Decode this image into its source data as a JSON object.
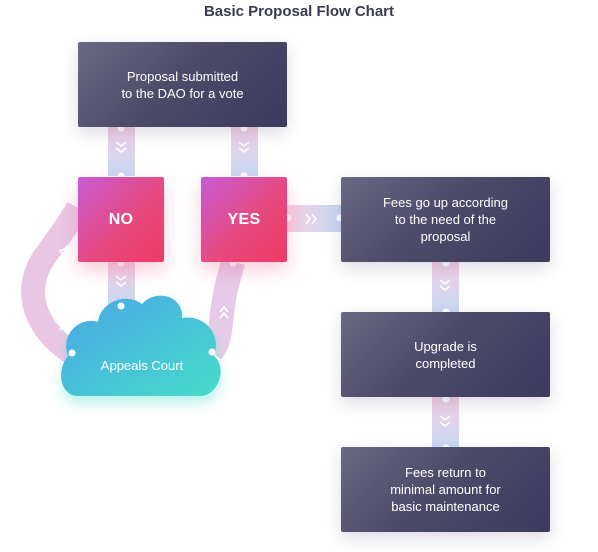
{
  "title": "Basic Proposal Flow Chart",
  "nodes": {
    "proposal": "Proposal submitted\nto the DAO for a vote",
    "no": "NO",
    "yes": "YES",
    "fees_up": "Fees go up according\nto the need of the\nproposal",
    "appeals": "Appeals Court",
    "upgrade": "Upgrade is\ncompleted",
    "fees_return": "Fees return to\nminimal amount for\nbasic maintenance"
  },
  "colors": {
    "node_dark": "#4d4b69",
    "decision_pink": "#e6497f",
    "decision_violet": "#c85bd6",
    "cloud_blue": "#4aa6e8",
    "cloud_teal": "#45dcc9",
    "connector_pink": "#f4cfe2",
    "connector_blue": "#c6d9f4",
    "chevron": "#ffffff"
  },
  "icons": {
    "connector_marker": "chevron-double-icon",
    "connection_dot": "dot-icon",
    "cloud_shape": "cloud-icon"
  }
}
